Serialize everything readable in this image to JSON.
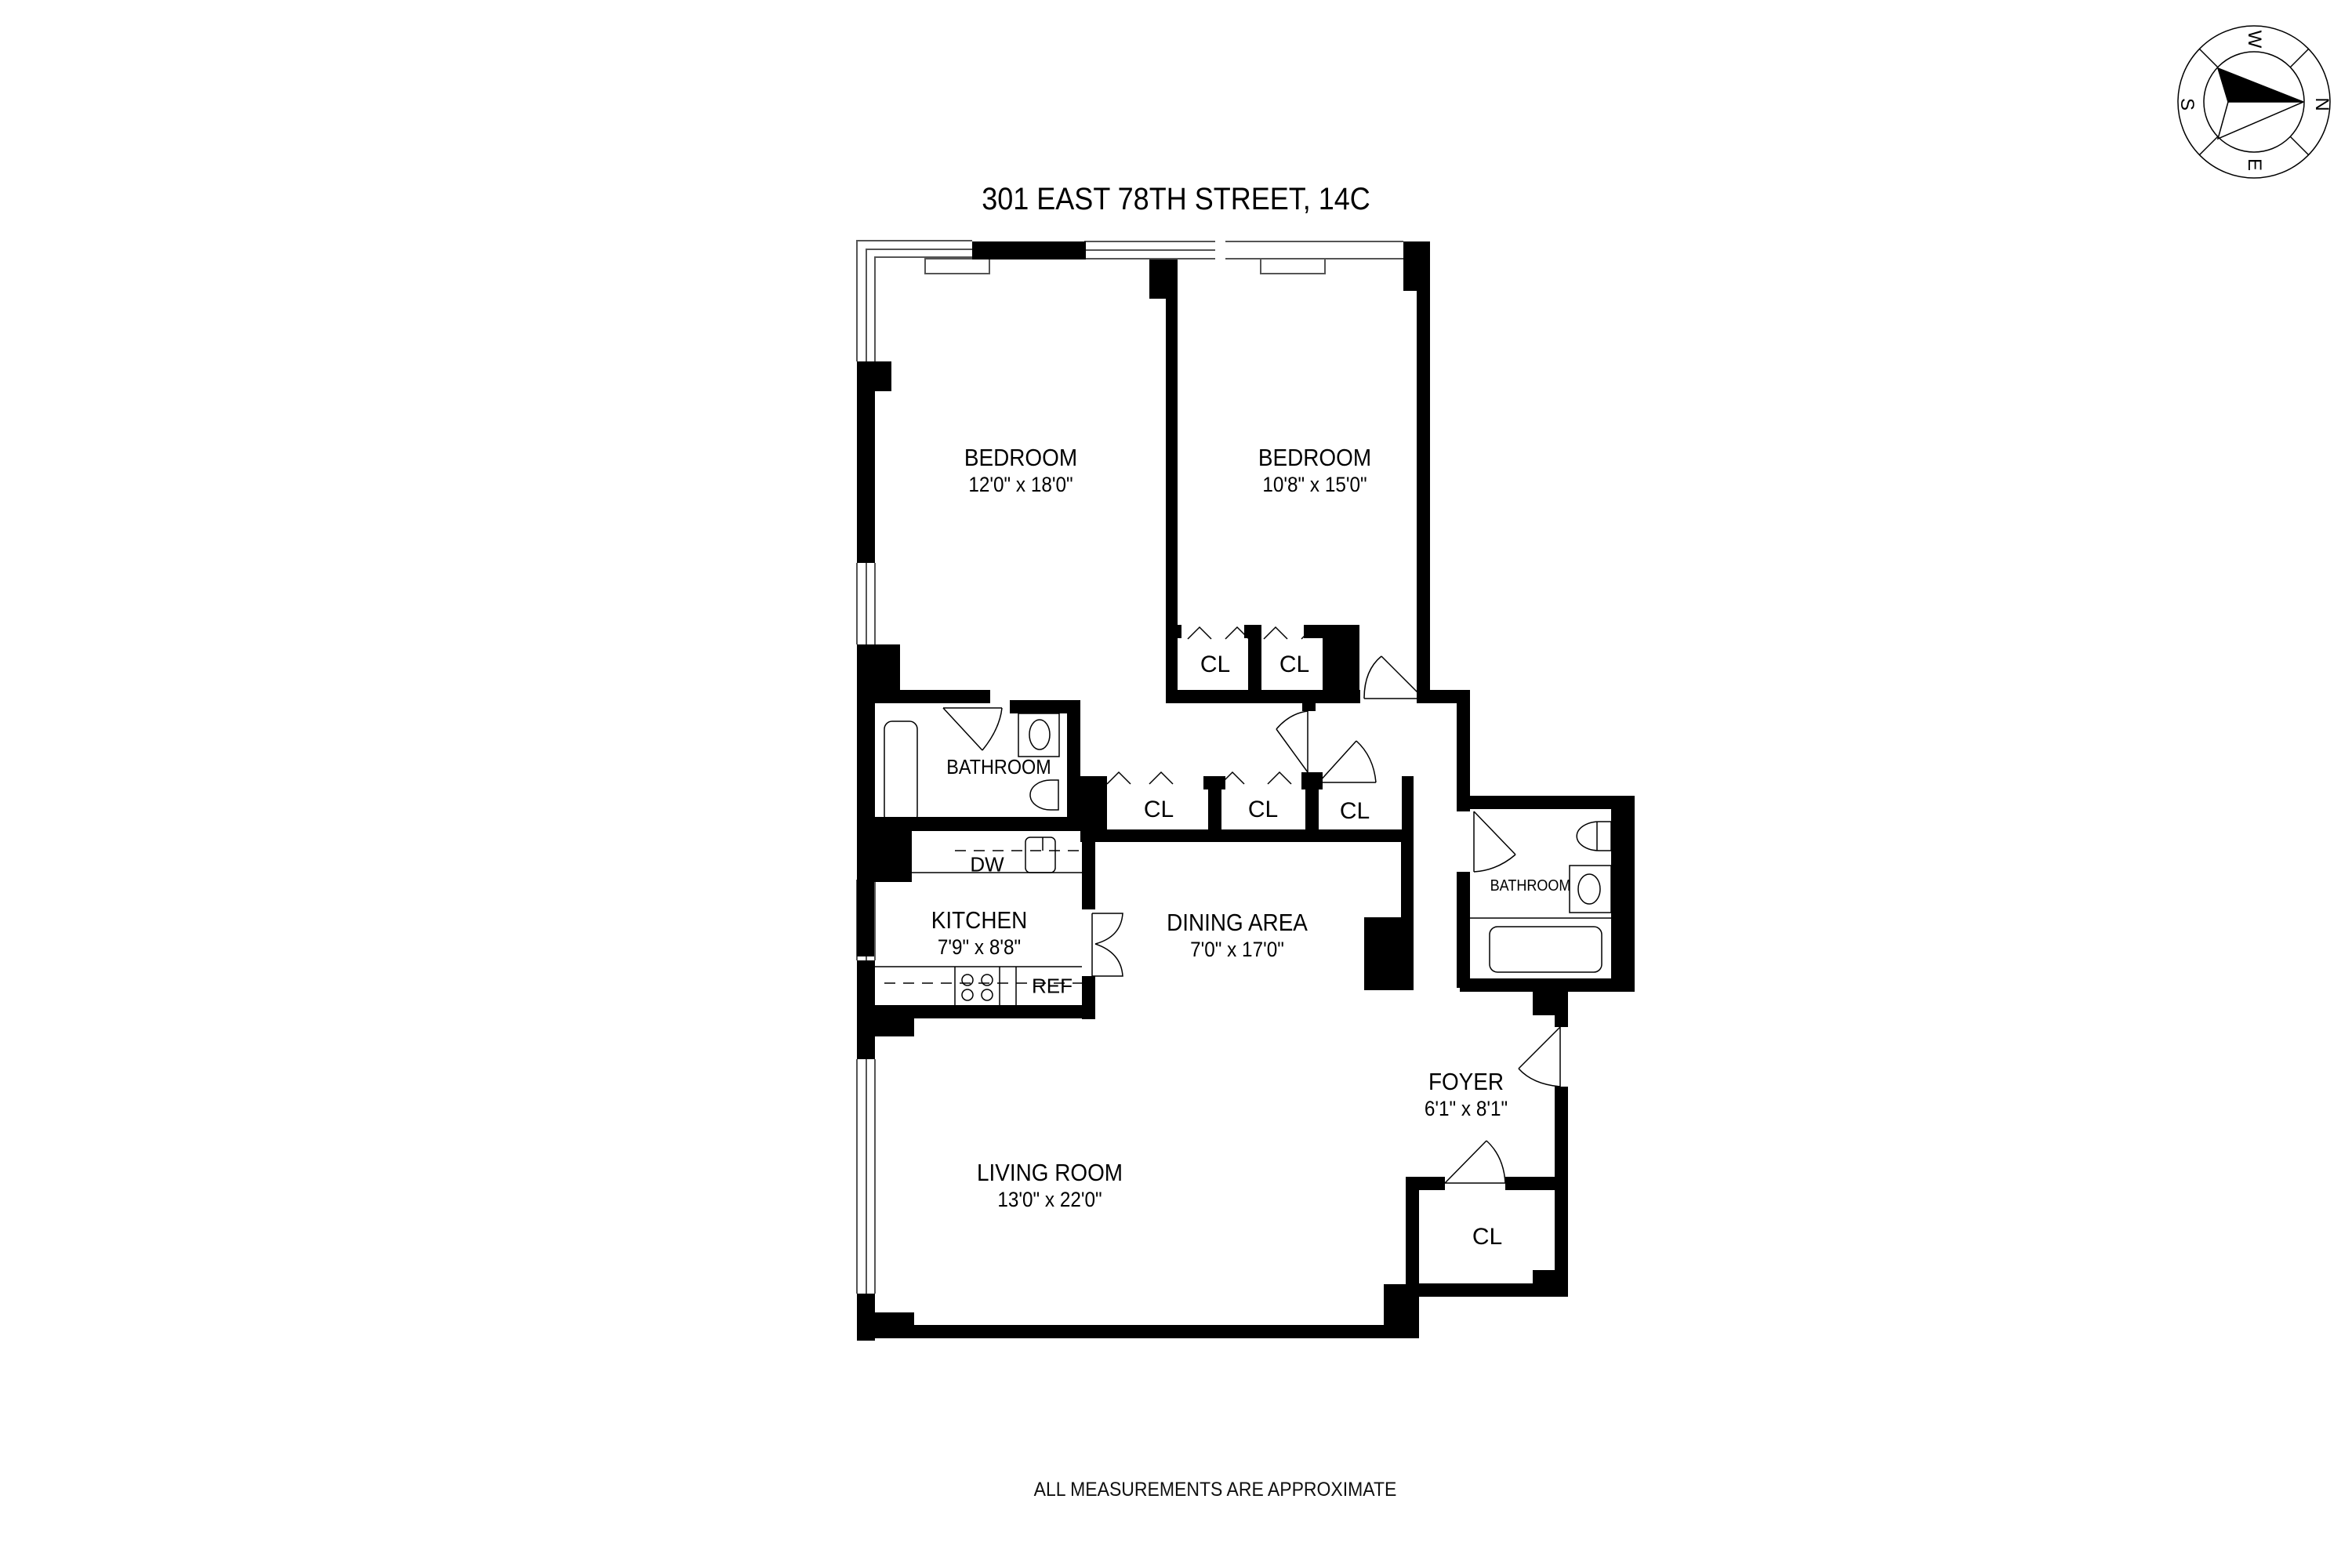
{
  "plan": {
    "title": "301 EAST 78TH STREET, 14C",
    "disclaimer": "ALL MEASUREMENTS ARE APPROXIMATE",
    "wall_color": "#000000",
    "background": "#ffffff"
  },
  "compass": {
    "north": "N",
    "south": "S",
    "east": "E",
    "west": "W",
    "icon": "compass-rose-icon"
  },
  "rooms": [
    {
      "id": "bedroom-1",
      "name": "BEDROOM",
      "dims": "12'0\" x 18'0\""
    },
    {
      "id": "bedroom-2",
      "name": "BEDROOM",
      "dims": "10'8\" x 15'0\""
    },
    {
      "id": "bathroom-1",
      "name": "BATHROOM",
      "dims": ""
    },
    {
      "id": "kitchen",
      "name": "KITCHEN",
      "dims": "7'9\" x 8'8\""
    },
    {
      "id": "dining-area",
      "name": "DINING AREA",
      "dims": "7'0\" x 17'0\""
    },
    {
      "id": "bathroom-2",
      "name": "BATHROOM",
      "dims": ""
    },
    {
      "id": "foyer",
      "name": "FOYER",
      "dims": "6'1\" x 8'1\""
    },
    {
      "id": "living-room",
      "name": "LIVING ROOM",
      "dims": "13'0\" x 22'0\""
    }
  ],
  "closets": [
    {
      "id": "cl-bedroom2-a",
      "label": "CL"
    },
    {
      "id": "cl-bedroom2-b",
      "label": "CL"
    },
    {
      "id": "cl-hall-a",
      "label": "CL"
    },
    {
      "id": "cl-hall-b",
      "label": "CL"
    },
    {
      "id": "cl-hall-c",
      "label": "CL"
    },
    {
      "id": "cl-foyer",
      "label": "CL"
    }
  ],
  "fixtures": {
    "dishwasher": "DW",
    "refrigerator": "REF"
  }
}
